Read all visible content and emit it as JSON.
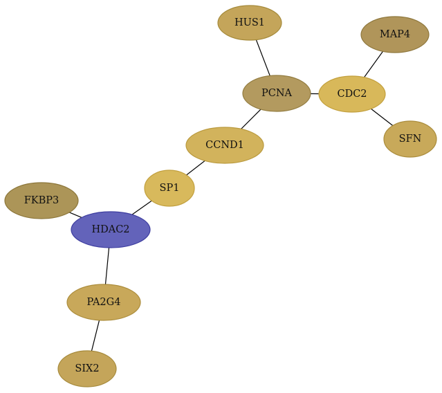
{
  "graph": {
    "nodes": [
      {
        "id": "HUS1",
        "label": "HUS1",
        "fill": "#C4A55A",
        "stroke": "#A58A3A"
      },
      {
        "id": "MAP4",
        "label": "MAP4",
        "fill": "#B0955A",
        "stroke": "#8E773C"
      },
      {
        "id": "PCNA",
        "label": "PCNA",
        "fill": "#B39A5F",
        "stroke": "#927C40"
      },
      {
        "id": "CDC2",
        "label": "CDC2",
        "fill": "#D8B85A",
        "stroke": "#C29F3C"
      },
      {
        "id": "SFN",
        "label": "SFN",
        "fill": "#C8A95A",
        "stroke": "#AA8C3C"
      },
      {
        "id": "CCND1",
        "label": "CCND1",
        "fill": "#D2B35C",
        "stroke": "#BA9A3E"
      },
      {
        "id": "SP1",
        "label": "SP1",
        "fill": "#D8B95C",
        "stroke": "#C2A03E"
      },
      {
        "id": "FKBP3",
        "label": "FKBP3",
        "fill": "#AC9558",
        "stroke": "#8C763A"
      },
      {
        "id": "HDAC2",
        "label": "HDAC2",
        "fill": "#6363BA",
        "stroke": "#3E3EA0"
      },
      {
        "id": "PA2G4",
        "label": "PA2G4",
        "fill": "#C8A85A",
        "stroke": "#AC8D3C"
      },
      {
        "id": "SIX2",
        "label": "SIX2",
        "fill": "#C4A55A",
        "stroke": "#A68A3C"
      }
    ],
    "edges": [
      {
        "source": "HUS1",
        "target": "PCNA"
      },
      {
        "source": "PCNA",
        "target": "CDC2"
      },
      {
        "source": "MAP4",
        "target": "CDC2"
      },
      {
        "source": "CDC2",
        "target": "SFN"
      },
      {
        "source": "PCNA",
        "target": "CCND1"
      },
      {
        "source": "CCND1",
        "target": "SP1"
      },
      {
        "source": "SP1",
        "target": "HDAC2"
      },
      {
        "source": "FKBP3",
        "target": "HDAC2"
      },
      {
        "source": "HDAC2",
        "target": "PA2G4"
      },
      {
        "source": "PA2G4",
        "target": "SIX2"
      }
    ]
  }
}
